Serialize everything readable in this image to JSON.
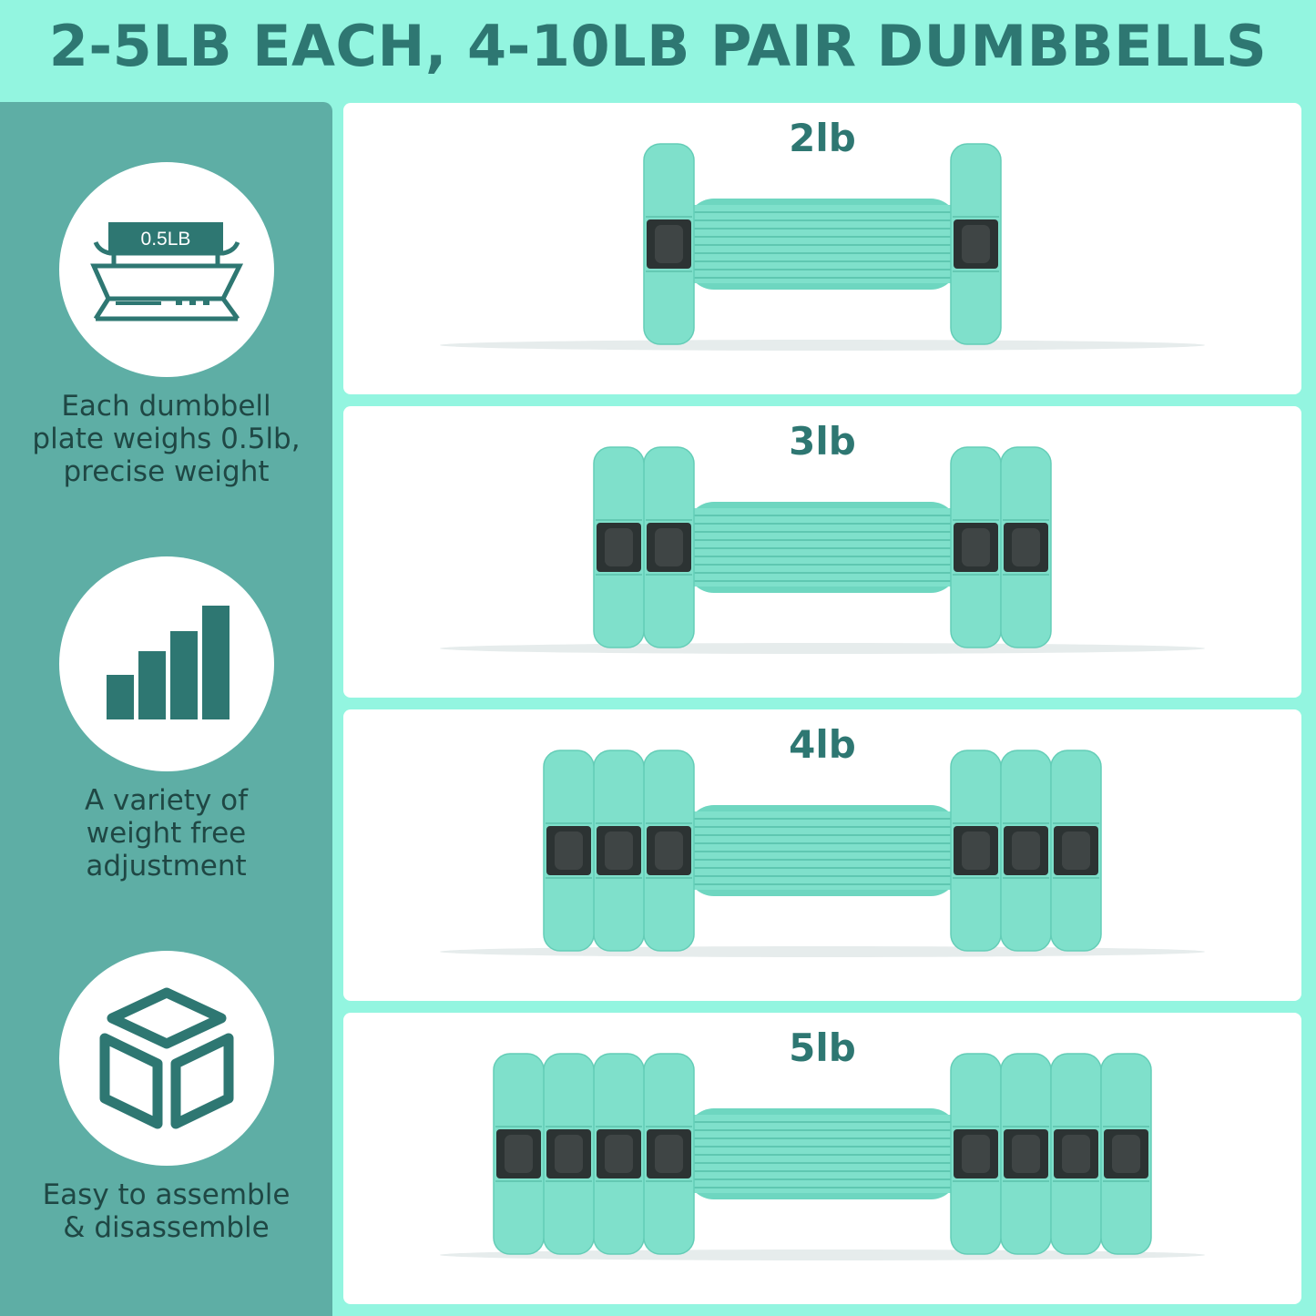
{
  "title": "2-5LB EACH, 4-10LB PAIR DUMBBELLS",
  "features": [
    {
      "icon": "scale-icon",
      "icon_text": "0.5LB",
      "lines": [
        "Each dumbbell",
        "plate weighs 0.5lb,",
        "precise weight"
      ]
    },
    {
      "icon": "bar-chart-icon",
      "lines": [
        "A variety of",
        "weight free",
        "adjustment"
      ]
    },
    {
      "icon": "cube-icon",
      "lines": [
        "Easy to assemble",
        "& disassemble"
      ]
    }
  ],
  "dumbbells": [
    {
      "label": "2lb",
      "plates_per_side": 1
    },
    {
      "label": "3lb",
      "plates_per_side": 2
    },
    {
      "label": "4lb",
      "plates_per_side": 3
    },
    {
      "label": "5lb",
      "plates_per_side": 4
    }
  ],
  "colors": {
    "background": "#93f5e0",
    "sidebar": "#5eaea5",
    "accent_text": "#2e7772",
    "dumbbell": "#7fe0cb",
    "lock": "#3f4545"
  }
}
